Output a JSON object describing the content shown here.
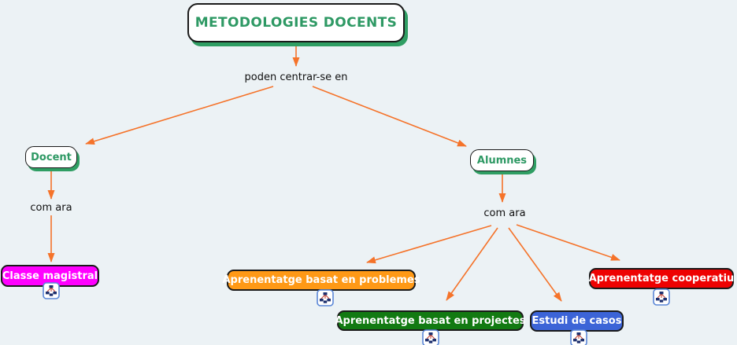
{
  "canvas": {
    "background": "#ecf2f5",
    "arrow_color": "#f5732a",
    "node_shadow_green": "#2f9e63"
  },
  "root": {
    "label": "METODOLOGIES DOCENTS",
    "text_color": "#2e9964"
  },
  "linking_phrases": {
    "poden": "poden centrar-se en",
    "com_ara_docent": "com ara",
    "com_ara_alumnes": "com ara"
  },
  "concepts": {
    "docent": {
      "label": "Docent",
      "bg": "#ffffff",
      "text_color": "#2e9964"
    },
    "alumnes": {
      "label": "Alumnes",
      "bg": "#ffffff",
      "text_color": "#2e9964"
    },
    "classe_magistral": {
      "label": "Classe magistral",
      "bg": "#ff00ff",
      "text_color": "#ffffff"
    },
    "problemes": {
      "label": "Aprenentatge basat en problemes",
      "bg": "#ff9916",
      "text_color": "#ffffff"
    },
    "projectes": {
      "label": "Aprenentatge basat en projectes",
      "bg": "#127a12",
      "text_color": "#ffffff"
    },
    "estudi_casos": {
      "label": "Estudi de casos",
      "bg": "#3c64d7",
      "text_color": "#ffffff"
    },
    "cooperatiu": {
      "label": "Aprenentatge cooperatiu",
      "bg": "#ee0202",
      "text_color": "#ffffff"
    }
  },
  "icons": {
    "resource_link": "mini-cmap-icon"
  }
}
